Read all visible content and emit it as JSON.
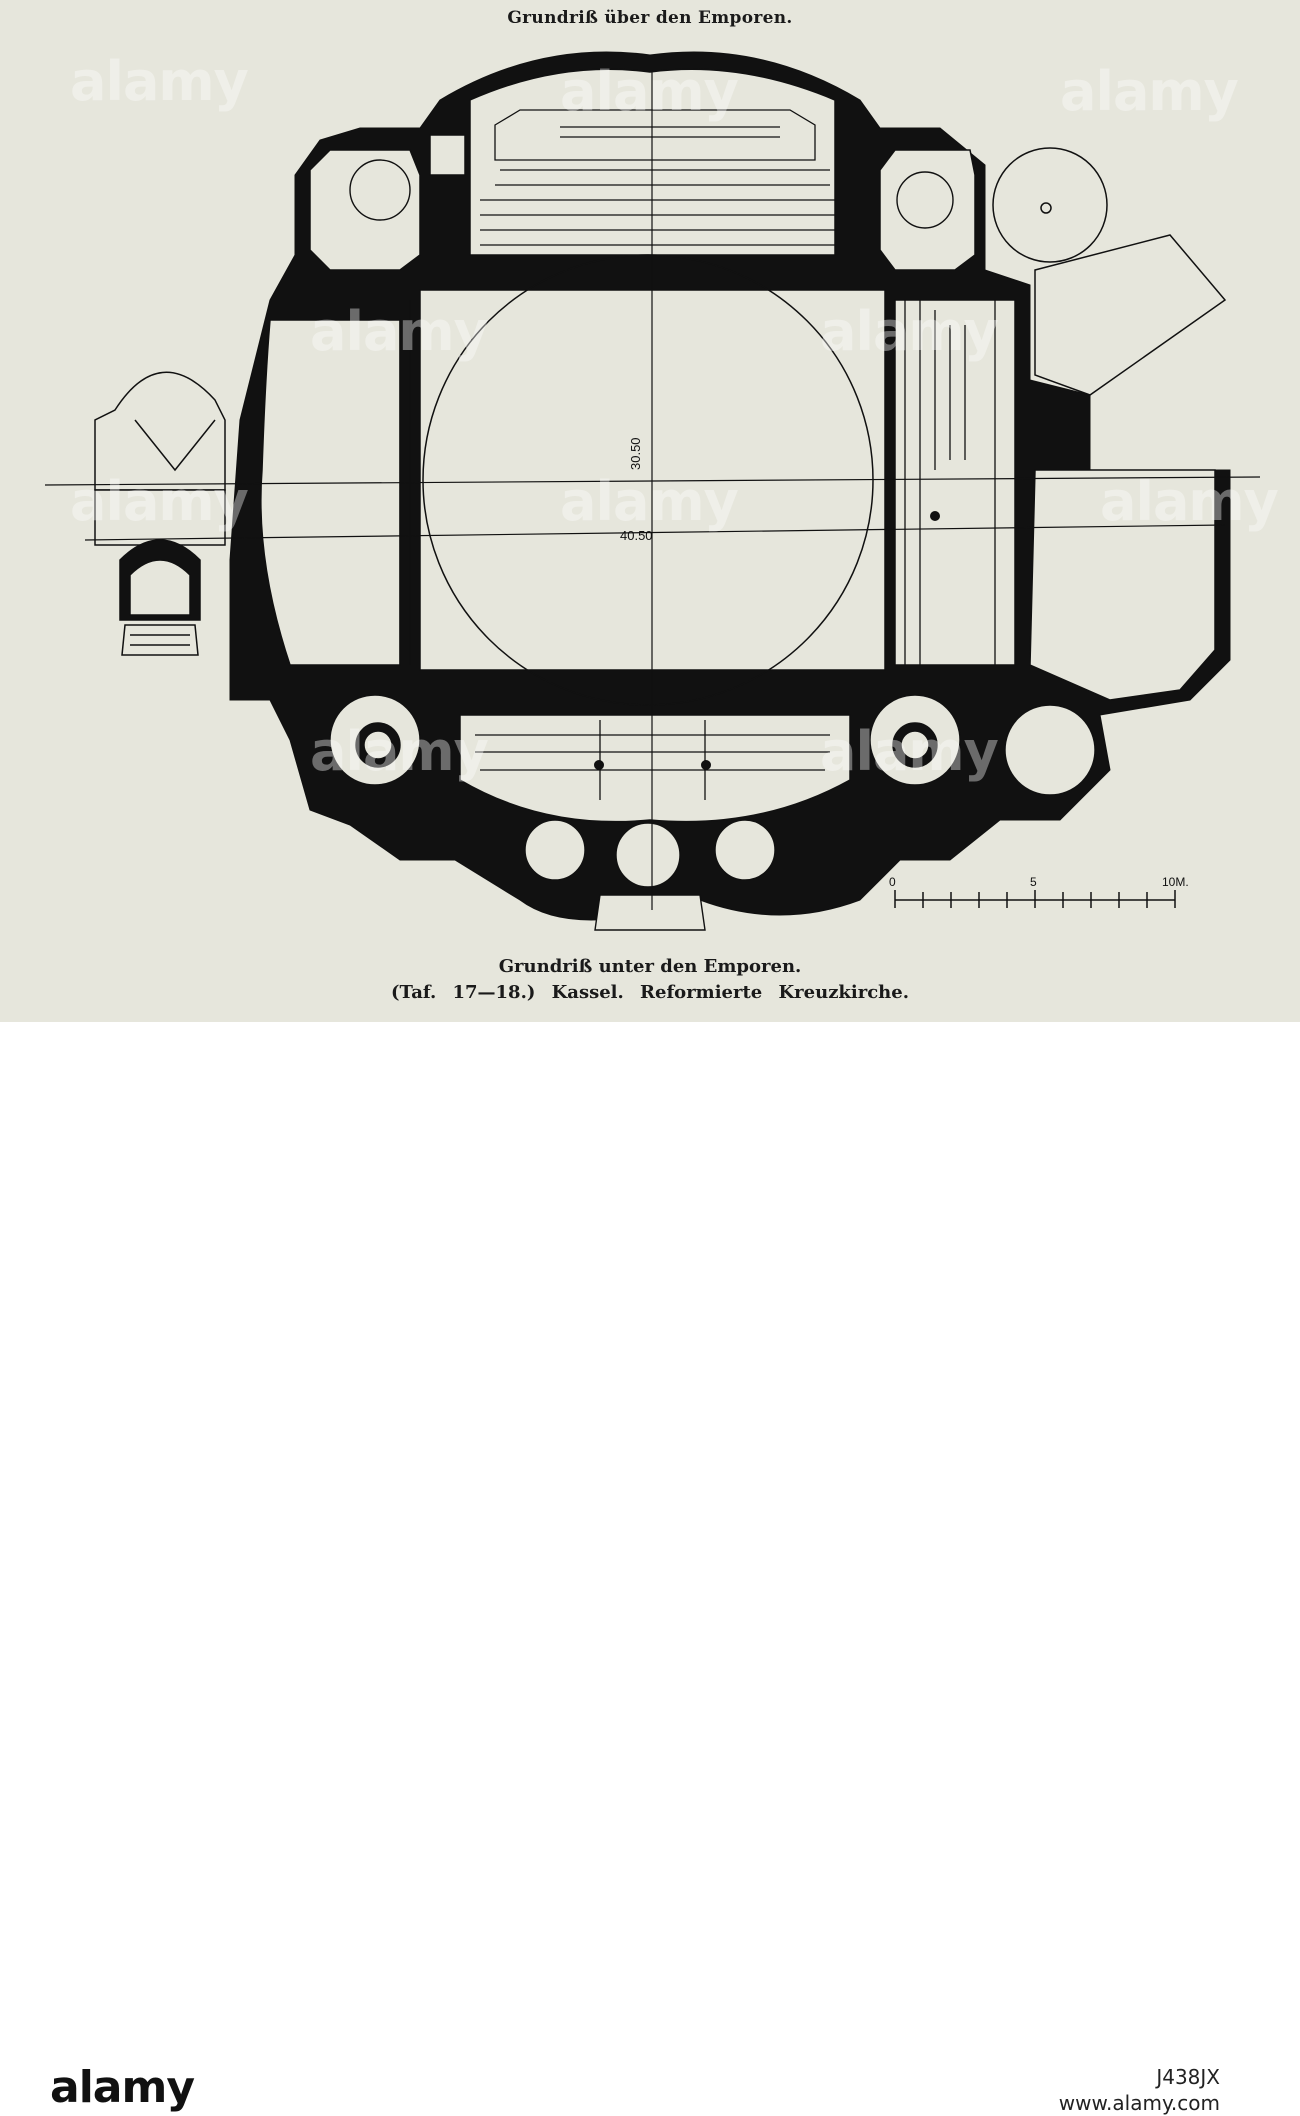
{
  "title_top": "Grundriß über den Emporen.",
  "caption_line1": "Grundriß unter den Emporen.",
  "caption_line2": "(Taf. 17—18.) Kassel. Reformierte Kreuzkirche.",
  "dimensions": {
    "vertical": "30.50",
    "horizontal": "40.50"
  },
  "scale_bar": {
    "start": "0",
    "mid": "5",
    "end": "10M."
  },
  "watermark_text": "alamy",
  "footer": {
    "logo": "alamy",
    "stock_id": "J438JX",
    "url": "www.alamy.com"
  },
  "colors": {
    "paper": "#e6e6dc",
    "ink": "#111111"
  }
}
